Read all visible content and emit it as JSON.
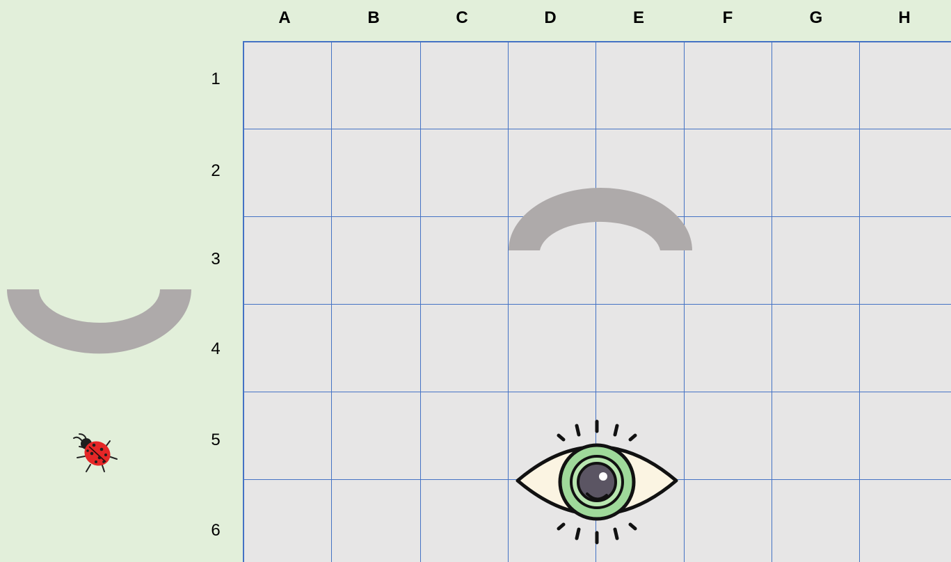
{
  "board": {
    "columns": [
      "A",
      "B",
      "C",
      "D",
      "E",
      "F",
      "G",
      "H"
    ],
    "rows": [
      "1",
      "2",
      "3",
      "4",
      "5",
      "6"
    ],
    "grid_color": "#4472c4",
    "board_color": "#e7e6e6",
    "background_color": "#e2efda"
  },
  "pieces": {
    "board_arc": {
      "icon": "gray-arc-icon",
      "color": "#aeaaaa",
      "location": "D3-E3"
    },
    "eye": {
      "icon": "eye-icon",
      "iris_color": "#9fd99a",
      "location": "D5-E6"
    }
  },
  "side_pieces": {
    "tray_arc": {
      "icon": "gray-arc-icon",
      "color": "#aeaaaa"
    },
    "ladybug": {
      "icon": "ladybug-icon",
      "color": "#e52727"
    }
  }
}
